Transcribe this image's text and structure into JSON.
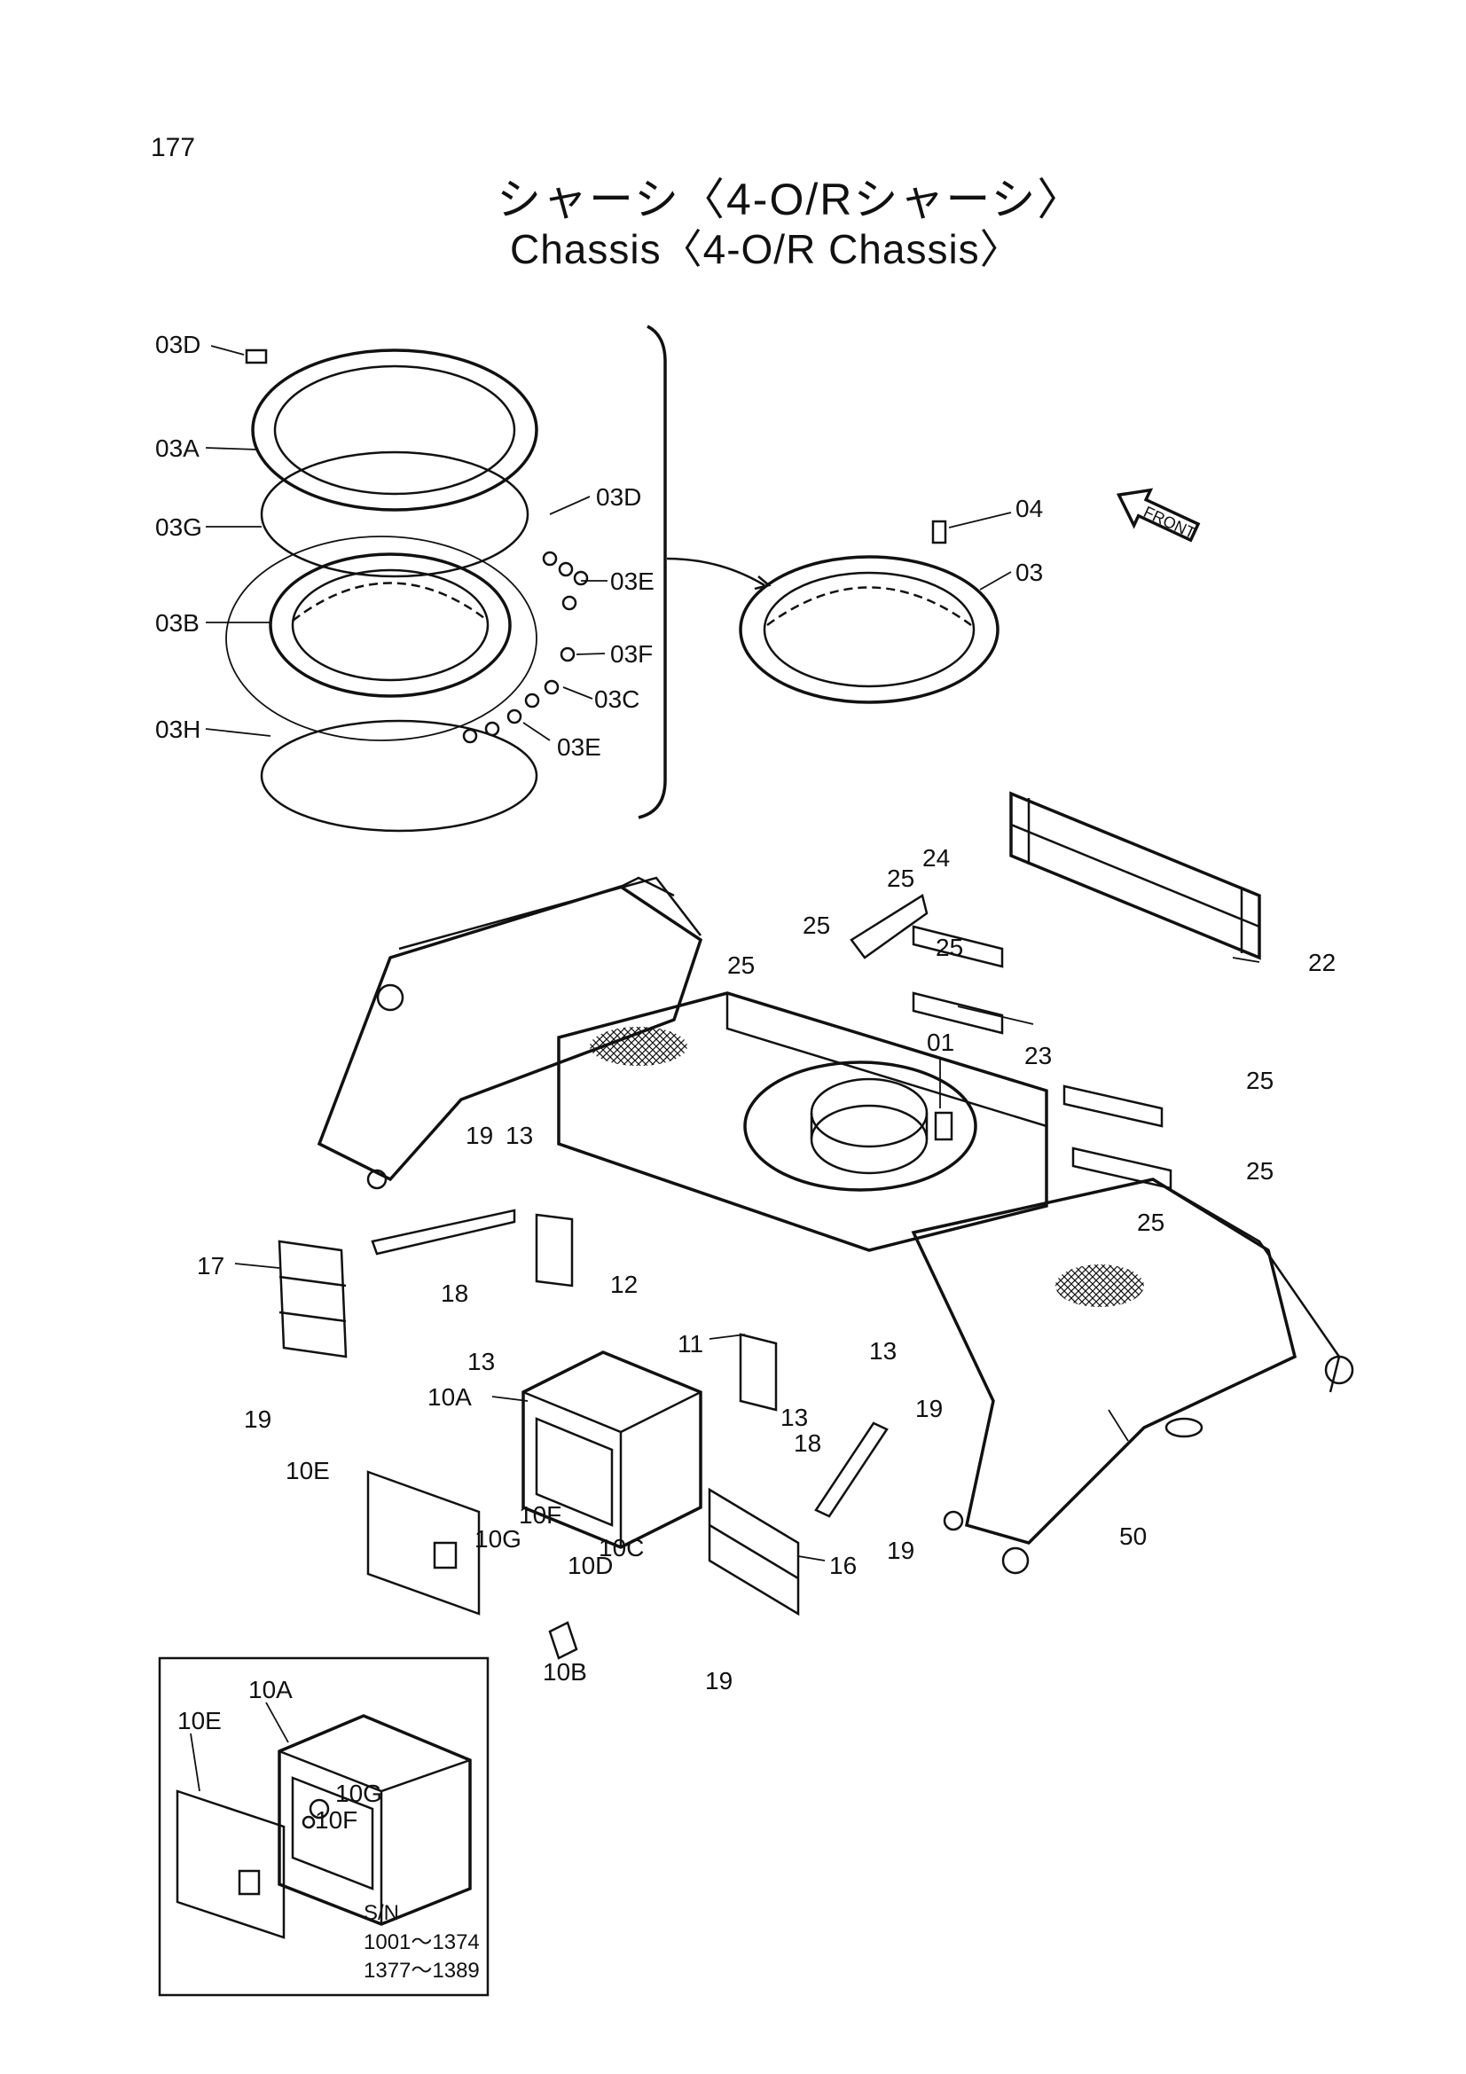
{
  "page_number": "177",
  "title_jp": "シャーシ〈4-O/Rシャーシ〉",
  "title_en": "Chassis〈4-O/R Chassis〉",
  "front_label": "FRONT",
  "labels": {
    "l_03D_a": "03D",
    "l_03A": "03A",
    "l_03G": "03G",
    "l_03B": "03B",
    "l_03H": "03H",
    "l_03D_b": "03D",
    "l_03E_a": "03E",
    "l_03F": "03F",
    "l_03C": "03C",
    "l_03E_b": "03E",
    "l_04": "04",
    "l_03": "03",
    "l_24": "24",
    "l_25_a": "25",
    "l_25_b": "25",
    "l_25_c": "25",
    "l_25_d": "25",
    "l_25_e": "25",
    "l_25_f": "25",
    "l_25_g": "25",
    "l_22": "22",
    "l_23": "23",
    "l_01": "01",
    "l_19_a": "19",
    "l_13_a": "13",
    "l_17": "17",
    "l_18_a": "18",
    "l_12": "12",
    "l_19_b": "19",
    "l_13_b": "13",
    "l_10A": "10A",
    "l_11": "11",
    "l_13_c": "13",
    "l_13_d": "13",
    "l_19_c": "19",
    "l_18_b": "18",
    "l_10E": "10E",
    "l_10G": "10G",
    "l_10F": "10F",
    "l_10D": "10D",
    "l_10C": "10C",
    "l_19_d": "19",
    "l_16": "16",
    "l_50": "50",
    "l_10B": "10B",
    "l_19_e": "19"
  },
  "inset": {
    "l_10A": "10A",
    "l_10E": "10E",
    "l_10G": "10G",
    "l_10F": "10F",
    "sn_label": "S/N",
    "sn_range_1": "1001～1374",
    "sn_range_2": "1377～1389"
  }
}
